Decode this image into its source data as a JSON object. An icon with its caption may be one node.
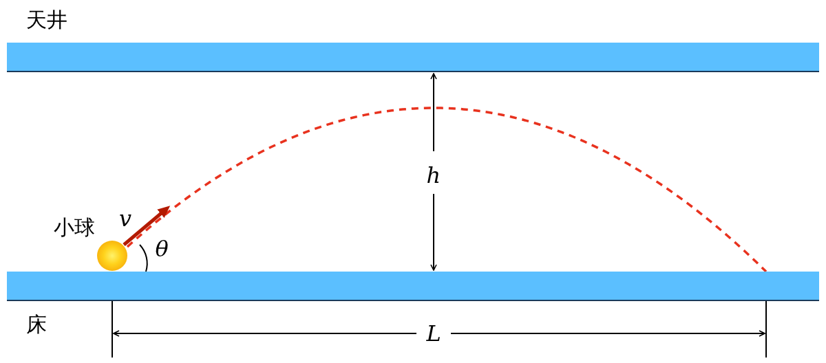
{
  "diagram": {
    "nodes": [
      {
        "text": [
          "天井"
        ]
      },
      {
        "text": [
          "小球"
        ]
      },
      {
        "text": [
          "床"
        ]
      }
    ],
    "edges": [
      {
        "from": 1,
        "to": 2,
        "arrow": "none",
        "style": "dashed",
        "color": "#e8321e"
      }
    ],
    "labels": [
      "h",
      "v",
      "θ",
      "L"
    ]
  }
}
